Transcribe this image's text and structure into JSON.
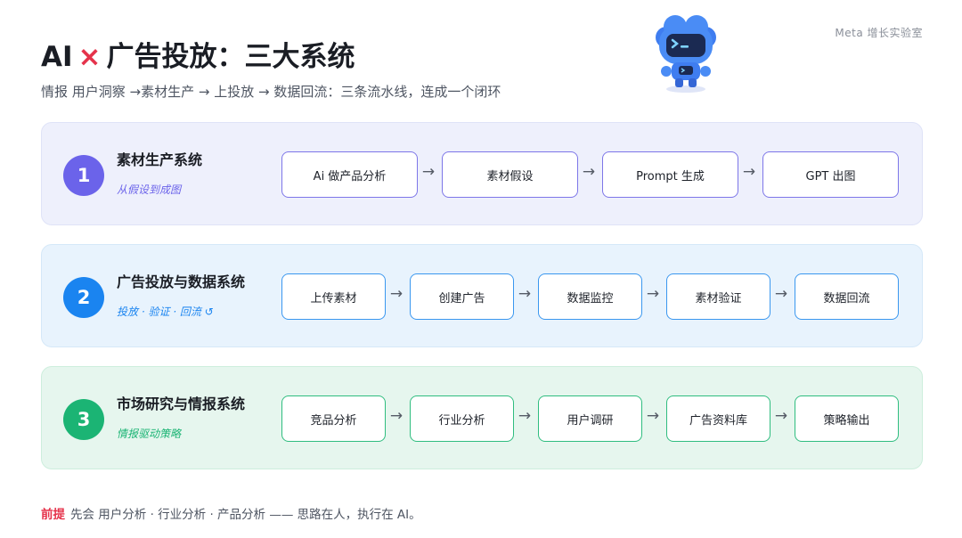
{
  "brand": "Meta 增长实验室",
  "title": {
    "part1": "AI",
    "cross": "×",
    "part2": "广告投放：三大系统"
  },
  "subtitle": "情报 用户洞察 →素材生产 → 上投放 → 数据回流：三条流水线，连成一个闭环",
  "systems": [
    {
      "number": "1",
      "title": "素材生产系统",
      "subtitle": "从假设到成图",
      "steps": [
        "Ai 做产品分析",
        "素材假设",
        "Prompt 生成",
        "GPT 出图"
      ]
    },
    {
      "number": "2",
      "title": "广告投放与数据系统",
      "subtitle": "投放 · 验证 · 回流 ↺",
      "steps": [
        "上传素材",
        "创建广告",
        "数据监控",
        "素材验证",
        "数据回流"
      ]
    },
    {
      "number": "3",
      "title": "市场研究与情报系统",
      "subtitle": "情报驱动策略",
      "steps": [
        "竞品分析",
        "行业分析",
        "用户调研",
        "广告资料库",
        "策略输出"
      ]
    }
  ],
  "arrow": "→",
  "footer": {
    "prefix": "前提",
    "text": "先会 用户分析 · 行业分析 · 产品分析 —— 思路在人，执行在 AI。"
  },
  "colors": {
    "accent_red": "#e5334b",
    "system1": "#6b63ea",
    "system2": "#1a84f0",
    "system3": "#1bb474"
  }
}
